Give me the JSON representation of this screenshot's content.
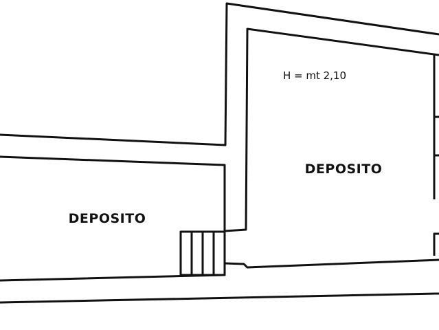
{
  "rooms": [
    {
      "name": "DEPOSITO"
    },
    {
      "name": "DEPOSITO",
      "height_note": "H = mt 2,10"
    }
  ],
  "colors": {
    "line": "#111111",
    "background": "#ffffff"
  }
}
